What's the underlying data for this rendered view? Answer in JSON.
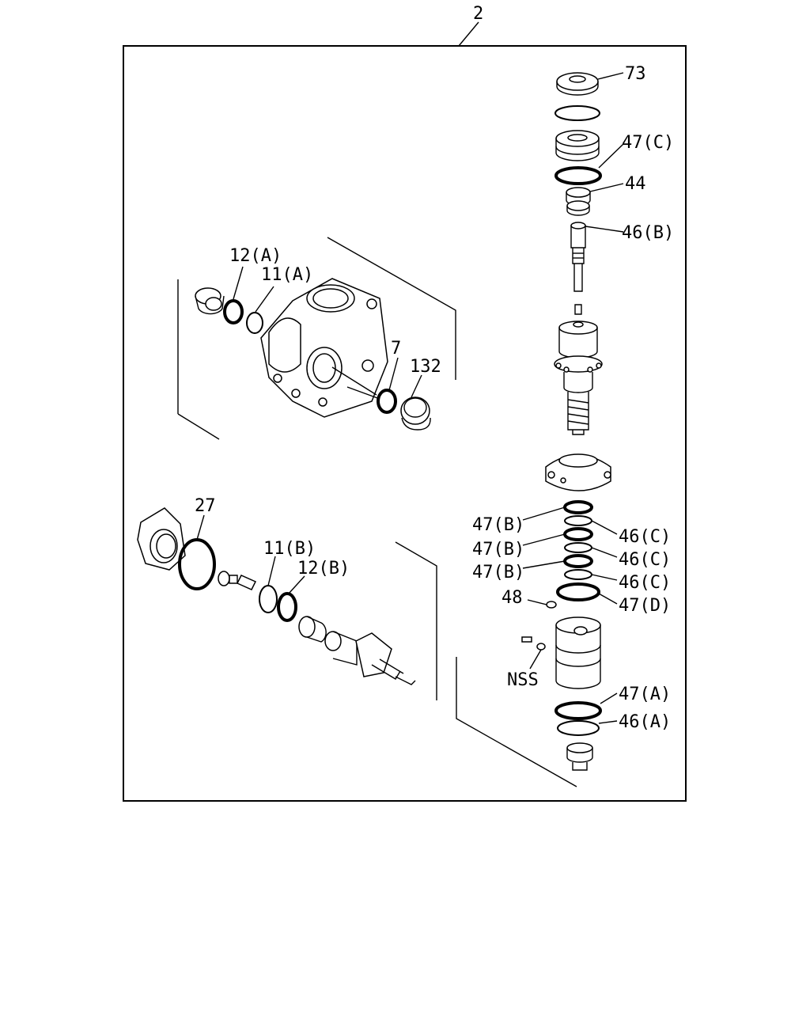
{
  "assembly": {
    "ref": "2"
  },
  "callouts": [
    {
      "id": "73",
      "text": "73"
    },
    {
      "id": "47c",
      "text": "47(C)"
    },
    {
      "id": "44",
      "text": "44"
    },
    {
      "id": "46b",
      "text": "46(B)"
    },
    {
      "id": "12a",
      "text": "12(A)"
    },
    {
      "id": "11a",
      "text": "11(A)"
    },
    {
      "id": "7",
      "text": "7"
    },
    {
      "id": "132",
      "text": "132"
    },
    {
      "id": "27",
      "text": "27"
    },
    {
      "id": "11b",
      "text": "11(B)"
    },
    {
      "id": "12b",
      "text": "12(B)"
    },
    {
      "id": "47b1",
      "text": "47(B)"
    },
    {
      "id": "47b2",
      "text": "47(B)"
    },
    {
      "id": "47b3",
      "text": "47(B)"
    },
    {
      "id": "46c1",
      "text": "46(C)"
    },
    {
      "id": "46c2",
      "text": "46(C)"
    },
    {
      "id": "46c3",
      "text": "46(C)"
    },
    {
      "id": "48",
      "text": "48"
    },
    {
      "id": "47d",
      "text": "47(D)"
    },
    {
      "id": "nss",
      "text": "NSS"
    },
    {
      "id": "47a",
      "text": "47(A)"
    },
    {
      "id": "46a",
      "text": "46(A)"
    }
  ]
}
